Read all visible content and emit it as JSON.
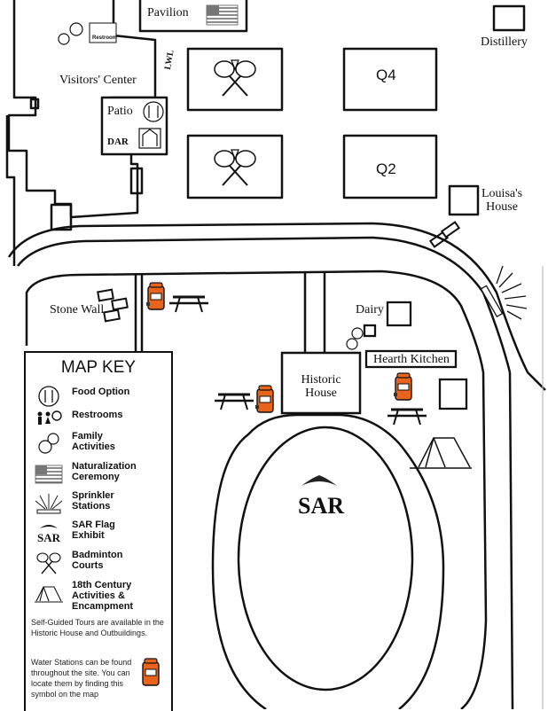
{
  "labels": {
    "pavilion": "Pavilion",
    "distillery": "Distillery",
    "visitors_center": "Visitors' Center",
    "restroom_sign": "Restroom",
    "patio": "Patio",
    "lwl_sign": "LWL",
    "dar": "DAR",
    "court_q4": "Q4",
    "court_q2": "Q2",
    "louisas_house": "Louisa's\nHouse",
    "stone_wall": "Stone Wall",
    "dairy": "Dairy",
    "historic_house": "Historic\nHouse",
    "hearth_kitchen": "Hearth Kitchen",
    "sar_logo": "SAR"
  },
  "map_key": {
    "title": "MAP KEY",
    "items": [
      {
        "label": "Food Option",
        "icon": "food-icon"
      },
      {
        "label": "Restrooms",
        "icon": "restroom-icon"
      },
      {
        "label": "Family\nActivities",
        "icon": "family-icon"
      },
      {
        "label": "Naturalization\nCeremony",
        "icon": "flag-icon"
      },
      {
        "label": "Sprinkler\nStations",
        "icon": "sprinkler-icon"
      },
      {
        "label": "SAR Flag\nExhibit",
        "icon": "sar-icon"
      },
      {
        "label": "Badminton\nCourts",
        "icon": "badminton-icon"
      },
      {
        "label": "18th Century\nActivities &\nEncampment",
        "icon": "tent-icon"
      }
    ],
    "note_tours": "Self-Guided Tours are available in the Historic House and Outbuildings.",
    "note_water": "Water Stations can be found throughout the site. You can locate them by finding this symbol on the map"
  },
  "colors": {
    "water_station": "#e8631c",
    "ink": "#111111"
  }
}
